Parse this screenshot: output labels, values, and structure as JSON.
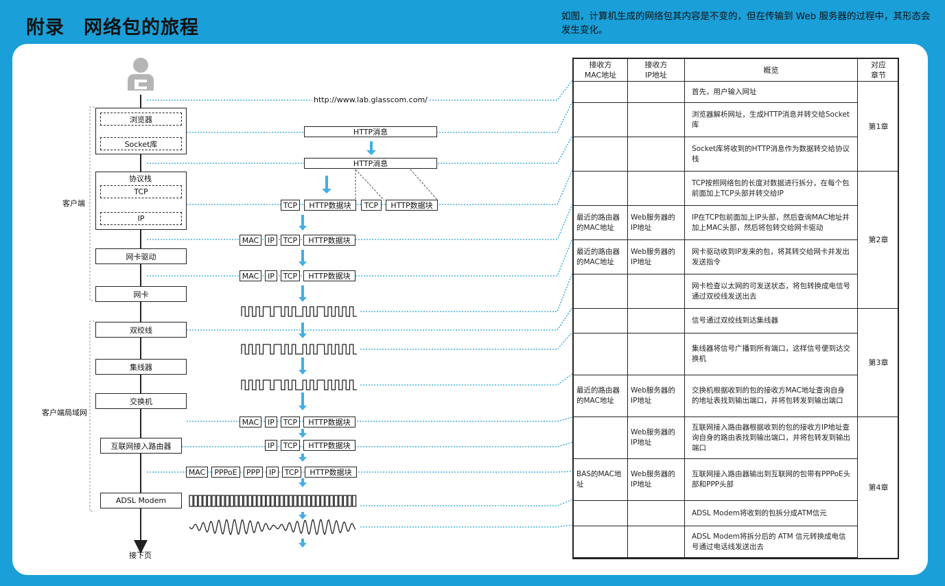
{
  "header": {
    "title": "附录　网络包的旅程",
    "intro": "如图，计算机生成的网络包其内容是不变的，但在传输到 Web 服务器的过程中，其形态会发生变化。"
  },
  "colors": {
    "accent": "#1a9fd9",
    "arrow": "#3db0ea"
  },
  "icons": {
    "user": "user-icon"
  },
  "url": "http://www.lab.glasscom.com/",
  "groups": {
    "client": "客户端",
    "lan": "客户端局域网"
  },
  "stack": {
    "browser": "浏览器",
    "socket": "Socket库",
    "protocol": "协议栈",
    "tcp": "TCP",
    "ip": "IP",
    "driver": "网卡驱动",
    "nic": "网卡",
    "cable": "双绞线",
    "hub": "集线器",
    "switch": "交换机",
    "router": "互联网接入路由器",
    "modem": "ADSL Modem",
    "next": "接下页"
  },
  "packet": {
    "http_msg": "HTTP消息",
    "http_block": "HTTP数据块",
    "tcp": "TCP",
    "ip": "IP",
    "mac": "MAC",
    "pppoe": "PPPoE",
    "ppp": "PPP"
  },
  "table": {
    "headers": [
      "接收方\nMAC地址",
      "接收方\nIP地址",
      "概览",
      "对应\n章节"
    ],
    "rows": [
      {
        "mac": "",
        "ip": "",
        "desc": "首先，用户输入网址"
      },
      {
        "mac": "",
        "ip": "",
        "desc": "浏览器解析网址，生成HTTP消息并转交给Socket库"
      },
      {
        "mac": "",
        "ip": "",
        "desc": "Socket库将收到的HTTP消息作为数据转交给协议栈"
      },
      {
        "mac": "",
        "ip": "",
        "desc": "TCP按照网络包的长度对数据进行拆分，在每个包前面加上TCP头部并转交给IP"
      },
      {
        "mac": "最近的路由器的MAC地址",
        "ip": "Web服务器的IP地址",
        "desc": "IP在TCP包前面加上IP头部，然后查询MAC地址并加上MAC头部，然后将包转交给网卡驱动"
      },
      {
        "mac": "最近的路由器的MAC地址",
        "ip": "Web服务器的IP地址",
        "desc": "网卡驱动收到IP发来的包，将其转交给网卡并发出发送指令"
      },
      {
        "mac": "",
        "ip": "",
        "desc": "网卡检查以太网的可发送状态，将包转换成电信号通过双绞线发送出去"
      },
      {
        "mac": "",
        "ip": "",
        "desc": "信号通过双绞线到达集线器"
      },
      {
        "mac": "",
        "ip": "",
        "desc": "集线器将信号广播到所有端口，这样信号便到达交换机"
      },
      {
        "mac": "最近的路由器的MAC地址",
        "ip": "Web服务器的IP地址",
        "desc": "交换机根据收到的包的接收方MAC地址查询自身的地址表找到输出端口，并将包转发到输出端口"
      },
      {
        "mac": "",
        "ip": "Web服务器的IP地址",
        "desc": "互联网接入路由器根据收到的包的接收方IP地址查询自身的路由表找到输出端口，并将包转发到输出端口"
      },
      {
        "mac": "BAS的MAC地址",
        "ip": "Web服务器的IP地址",
        "desc": "互联网接入路由器输出到互联网的包带有PPPoE头部和PPP头部"
      },
      {
        "mac": "",
        "ip": "",
        "desc": "ADSL Modem将收到的包拆分成ATM信元"
      },
      {
        "mac": "",
        "ip": "",
        "desc": "ADSL Modem将拆分后的 ATM 信元转换成电信号通过电话线发送出去"
      }
    ],
    "chapters": [
      "第1章",
      "第2章",
      "第3章",
      "第4章"
    ]
  }
}
